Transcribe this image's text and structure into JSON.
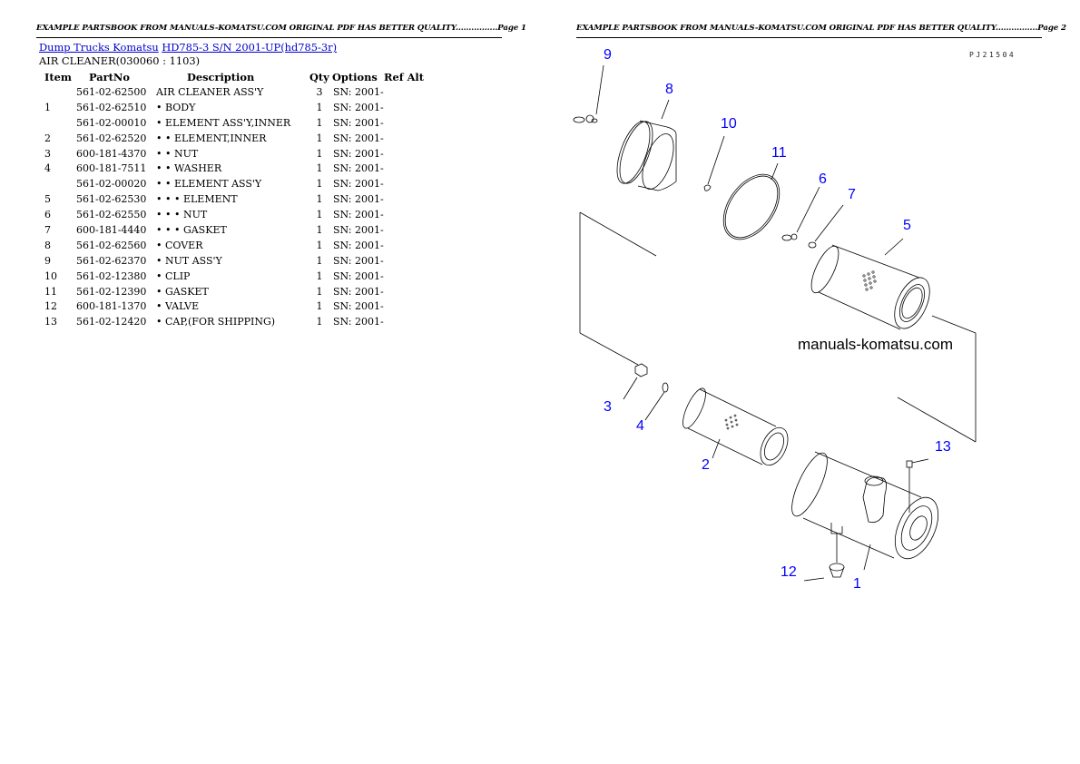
{
  "page1": {
    "header": "EXAMPLE PARTSBOOK FROM MANUALS-KOMATSU.COM ORIGINAL PDF HAS BETTER QUALITY................Page 1",
    "breadcrumb": {
      "link1": "Dump Trucks Komatsu",
      "link2": "HD785-3 S/N 2001-UP(hd785-3r)"
    },
    "section_title": "AIR CLEANER(030060 : 1103)",
    "table": {
      "headers": [
        "Item",
        "PartNo",
        "Description",
        "Qty",
        "Options",
        "Ref Alt"
      ],
      "rows": [
        {
          "item": "",
          "partno": "561-02-62500",
          "desc": "AIR CLEANER ASS'Y",
          "qty": "3",
          "options": "SN: 2001-",
          "ref": ""
        },
        {
          "item": "1",
          "partno": "561-02-62510",
          "desc": "• BODY",
          "qty": "1",
          "options": "SN: 2001-",
          "ref": ""
        },
        {
          "item": "",
          "partno": "561-02-00010",
          "desc": "• ELEMENT ASS'Y,INNER",
          "qty": "1",
          "options": "SN: 2001-",
          "ref": ""
        },
        {
          "item": "2",
          "partno": "561-02-62520",
          "desc": "• • ELEMENT,INNER",
          "qty": "1",
          "options": "SN: 2001-",
          "ref": ""
        },
        {
          "item": "3",
          "partno": "600-181-4370",
          "desc": "• • NUT",
          "qty": "1",
          "options": "SN: 2001-",
          "ref": ""
        },
        {
          "item": "4",
          "partno": "600-181-7511",
          "desc": "• • WASHER",
          "qty": "1",
          "options": "SN: 2001-",
          "ref": ""
        },
        {
          "item": "",
          "partno": "561-02-00020",
          "desc": "• • ELEMENT ASS'Y",
          "qty": "1",
          "options": "SN: 2001-",
          "ref": ""
        },
        {
          "item": "5",
          "partno": "561-02-62530",
          "desc": "• • • ELEMENT",
          "qty": "1",
          "options": "SN: 2001-",
          "ref": ""
        },
        {
          "item": "6",
          "partno": "561-02-62550",
          "desc": "• • • NUT",
          "qty": "1",
          "options": "SN: 2001-",
          "ref": ""
        },
        {
          "item": "7",
          "partno": "600-181-4440",
          "desc": "• • • GASKET",
          "qty": "1",
          "options": "SN: 2001-",
          "ref": ""
        },
        {
          "item": "8",
          "partno": "561-02-62560",
          "desc": "• COVER",
          "qty": "1",
          "options": "SN: 2001-",
          "ref": ""
        },
        {
          "item": "9",
          "partno": "561-02-62370",
          "desc": "• NUT ASS'Y",
          "qty": "1",
          "options": "SN: 2001-",
          "ref": ""
        },
        {
          "item": "10",
          "partno": "561-02-12380",
          "desc": "• CLIP",
          "qty": "1",
          "options": "SN: 2001-",
          "ref": ""
        },
        {
          "item": "11",
          "partno": "561-02-12390",
          "desc": "• GASKET",
          "qty": "1",
          "options": "SN: 2001-",
          "ref": ""
        },
        {
          "item": "12",
          "partno": "600-181-1370",
          "desc": "• VALVE",
          "qty": "1",
          "options": "SN: 2001-",
          "ref": ""
        },
        {
          "item": "13",
          "partno": "561-02-12420",
          "desc": "• CAP,(FOR SHIPPING)",
          "qty": "1",
          "options": "SN: 2001-",
          "ref": ""
        }
      ]
    }
  },
  "page2": {
    "header": "EXAMPLE PARTSBOOK FROM MANUALS-KOMATSU.COM ORIGINAL PDF HAS BETTER QUALITY................Page 2",
    "diagram_code": "PJ21504",
    "watermark": "manuals-komatsu.com",
    "callout_color": "#0000ff",
    "callouts": [
      "1",
      "2",
      "3",
      "4",
      "5",
      "6",
      "7",
      "8",
      "9",
      "10",
      "11",
      "12",
      "13"
    ]
  },
  "colors": {
    "link": "#0000cc",
    "callout": "#0000ff",
    "text": "#000000"
  }
}
